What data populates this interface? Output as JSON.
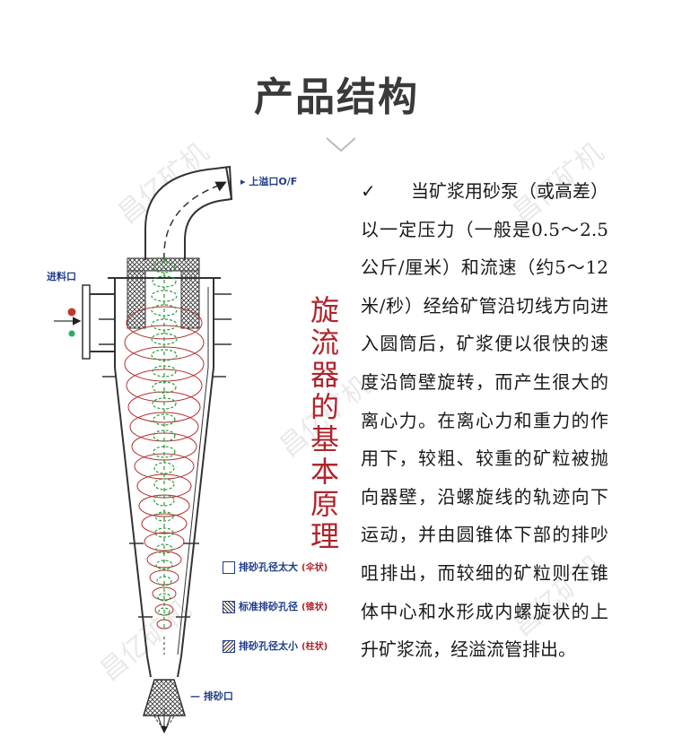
{
  "title": "产品结构",
  "diagram": {
    "labels": {
      "overflow": "上溢口O/F",
      "feed": "进料口",
      "underflow": "排砂口"
    },
    "vertical_title": [
      "旋",
      "流",
      "器",
      "的",
      "基",
      "本",
      "原",
      "理"
    ],
    "legend": [
      {
        "text": "排砂孔径太大",
        "note": "(伞状)",
        "pattern": "empty"
      },
      {
        "text": "标准排砂孔径",
        "note": "(锥状)",
        "pattern": "cross"
      },
      {
        "text": "排砂孔径太小",
        "note": "(柱状)",
        "pattern": "diagonal"
      }
    ],
    "watermark": "昌亿矿机"
  },
  "description": {
    "check": "✓",
    "text": "当矿浆用砂泵（或高差）以一定压力（一般是0.5～2.5公斤/厘米）和流速（约5～12米/秒）经给矿管沿切线方向进入圆筒后，矿浆便以很快的速度沿筒壁旋转，而产生很大的离心力。在离心力和重力的作用下，较粗、较重的矿粒被抛向器壁，沿螺旋线的轨迹向下运动，并由圆锥体下部的排吵咀排出，而较细的矿粒则在锥体中心和水形成内螺旋状的上升矿浆流，经溢流管排出。"
  }
}
